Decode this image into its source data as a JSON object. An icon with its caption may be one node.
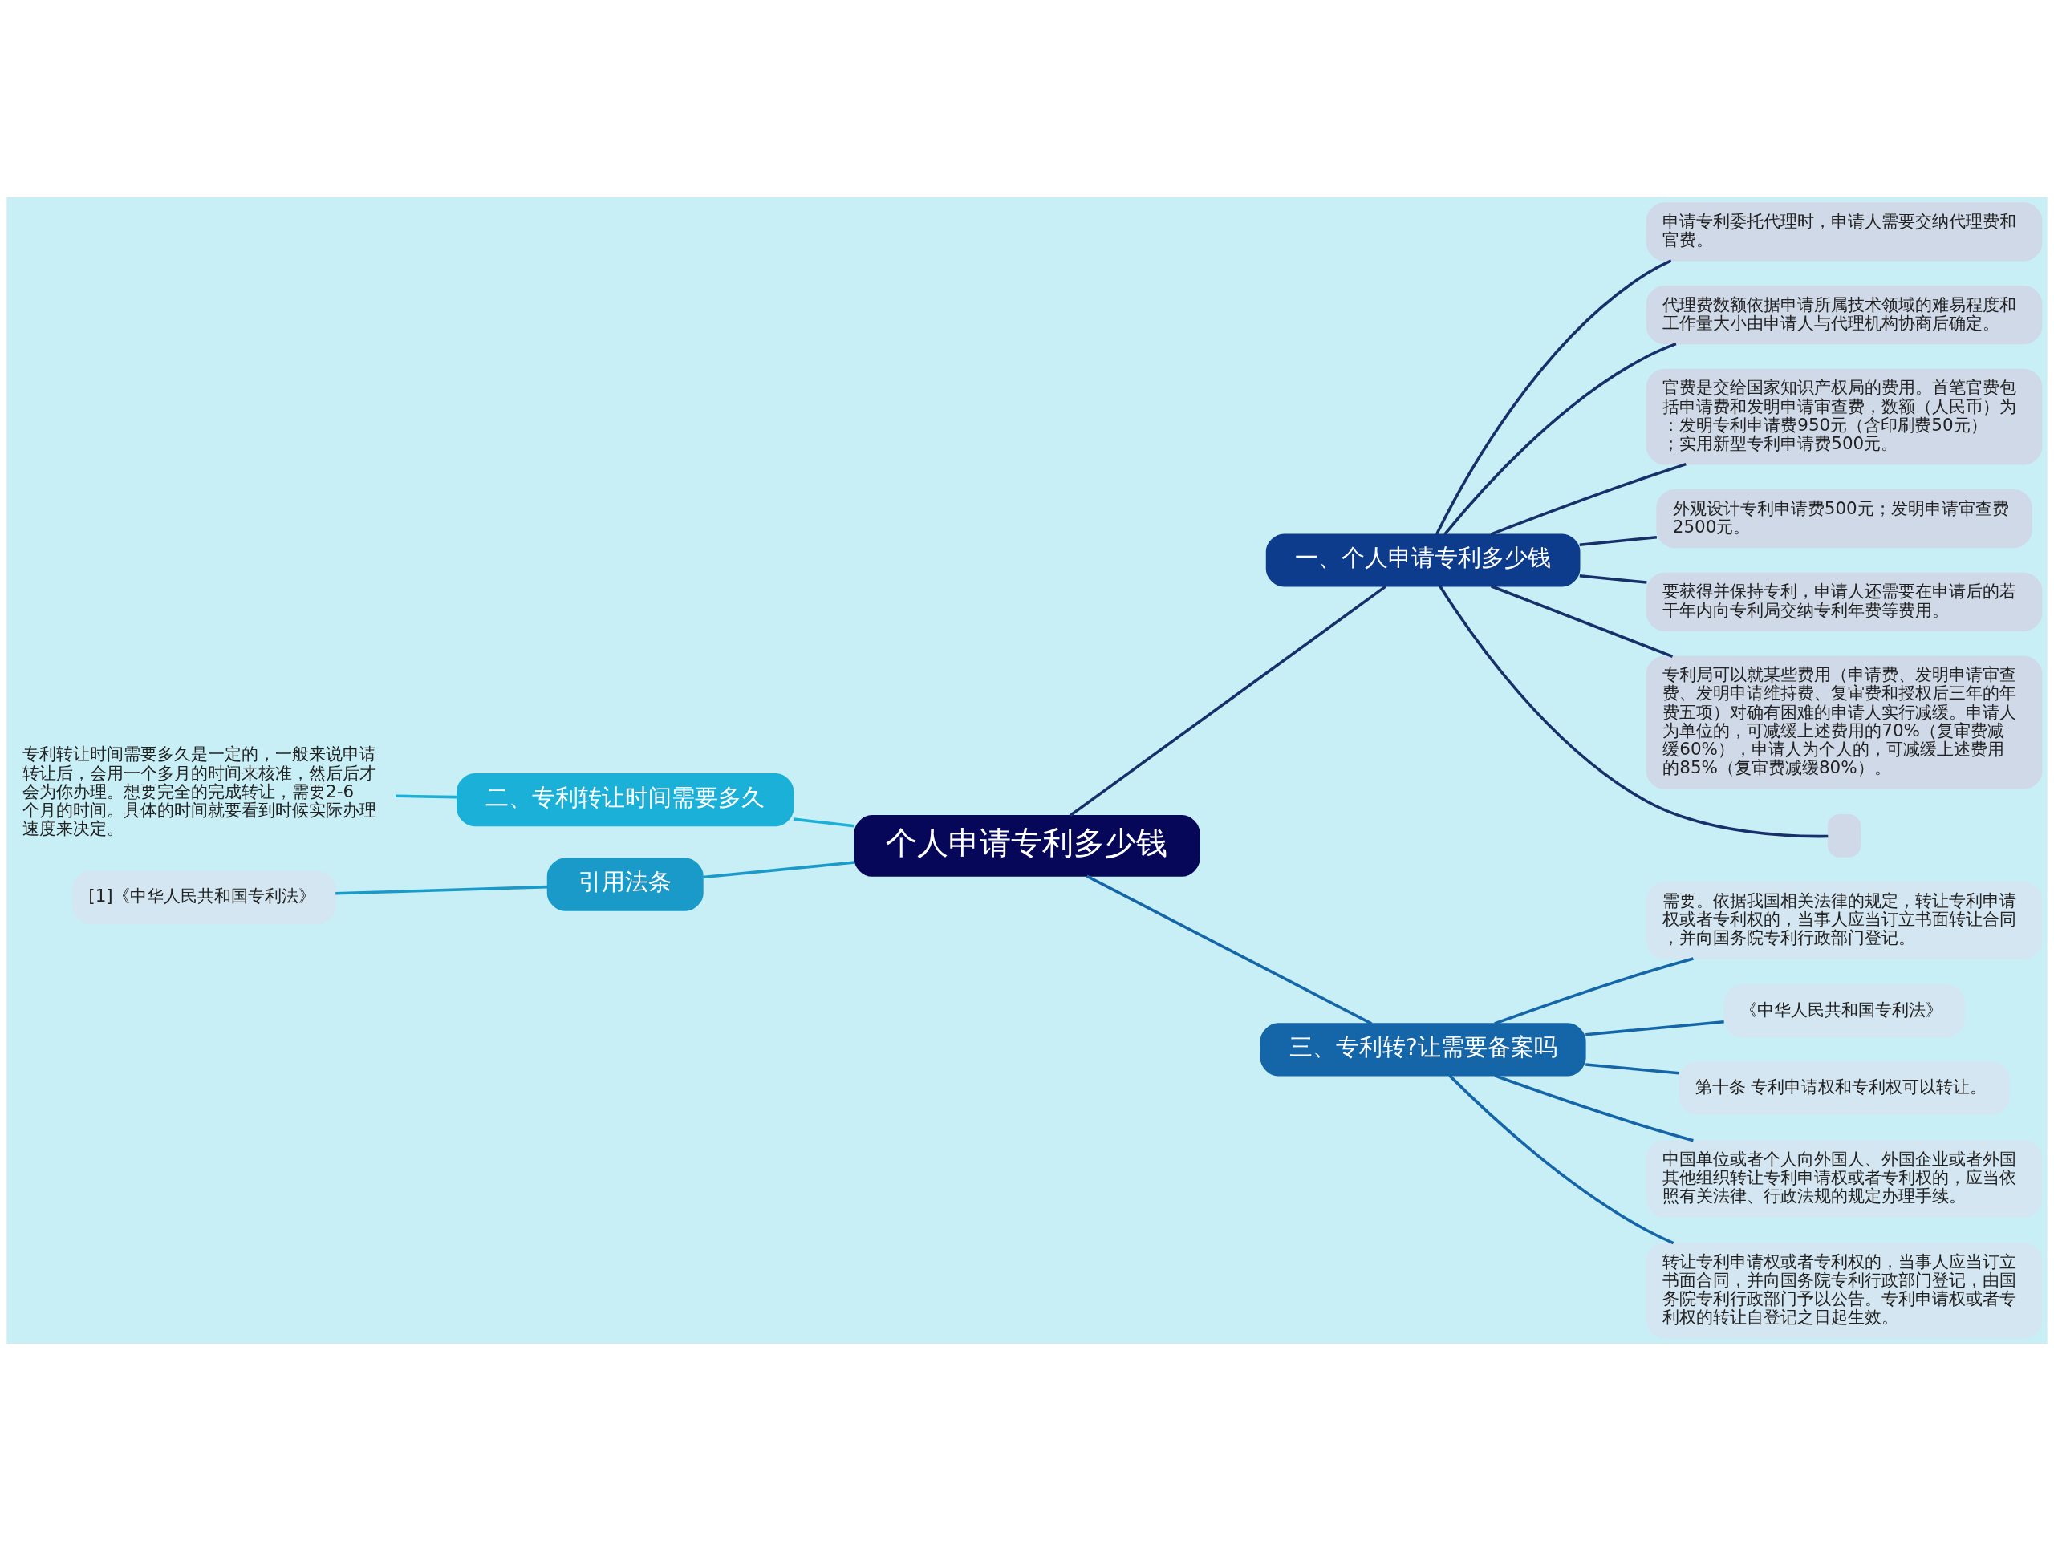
{
  "diagram": {
    "nodes": [
      {
        "text": [
          "个人申请专利多少钱"
        ]
      },
      {
        "text": [
          "一、个人申请专利多少钱"
        ]
      },
      {
        "text": [
          "申请专利委托代理时，申请人需要交纳代理费和官费。"
        ]
      },
      {
        "text": [
          "代理费数额依据申请所属技术领域的难易程度和工作量大小由申请人与代理机构协商后确定。"
        ]
      },
      {
        "text": [
          "官费是交给国家知识产权局的费用。首笔官费包括申请费和发明申请审查费，数额（人民币）为：发明专利申请费950元（含印刷费50元）；实用新型专利申请费500元。"
        ]
      },
      {
        "text": [
          "外观设计专利申请费500元；发明申请审查费2500元。"
        ]
      },
      {
        "text": [
          "要获得并保持专利，申请人还需要在申请后的若干年内向专利局交纳专利年费等费用。"
        ]
      },
      {
        "text": [
          "专利局可以就某些费用（申请费、发明申请审查费、发明申请维持费、复审费和授权后三年的年费五项）对确有困难的申请人实行减缓。申请人为单位的，可减缓上述费用的70%（复审费减缓60%），申请人为个人的，可减缓上述费用的85%（复审费减缓80%）。"
        ]
      },
      {
        "text": [],
        "shape": "box"
      },
      {
        "text": [
          "二、专利转让时间需要多久"
        ]
      },
      {
        "text": [
          "专利转让时间需要多久是一定的，一般来说申请转让后，会用一个多月的时间来核准，然后后才会为你办理。想要完全的完成转让，需要2-6个月的时间。具体的时间就要看到时候实际办理速度来决定。"
        ]
      },
      {
        "text": [
          "引用法条"
        ]
      },
      {
        "text": [
          "[1]《中华人民共和国专利法》"
        ]
      },
      {
        "text": [
          "三、专利转?让需要备案吗"
        ]
      },
      {
        "text": [
          "需要。依据我国相关法律的规定，转让专利申请权或者专利权的，当事人应当订立书面转让合同，并向国务院专利行政部门登记。"
        ]
      },
      {
        "text": [
          "《中华人民共和国专利法》"
        ]
      },
      {
        "text": [
          "第十条 专利申请权和专利权可以转让。"
        ]
      },
      {
        "text": [
          "中国单位或者个人向外国人、外国企业或者外国其他组织转让专利申请权或者专利权的，应当依照有关法律、行政法规的规定办理手续。"
        ]
      },
      {
        "text": [
          "转让专利申请权或者专利权的，当事人应当订立书面合同，并向国务院专利行政部门登记，由国务院专利行政部门予以公告。专利申请权或者专利权的转让自登记之日起生效。"
        ]
      }
    ],
    "edges": [
      {
        "from": 0,
        "to": 1,
        "arrow": "none"
      },
      {
        "from": 1,
        "to": 2,
        "arrow": "none"
      },
      {
        "from": 1,
        "to": 3,
        "arrow": "none"
      },
      {
        "from": 1,
        "to": 4,
        "arrow": "none"
      },
      {
        "from": 1,
        "to": 5,
        "arrow": "none"
      },
      {
        "from": 1,
        "to": 6,
        "arrow": "none"
      },
      {
        "from": 1,
        "to": 7,
        "arrow": "none"
      },
      {
        "from": 1,
        "to": 8,
        "arrow": "none"
      },
      {
        "from": 0,
        "to": 9,
        "arrow": "none",
        "color": "#1ab0d8"
      },
      {
        "from": 9,
        "to": 10,
        "arrow": "none",
        "color": "#1ab0d8"
      },
      {
        "from": 0,
        "to": 11,
        "arrow": "none",
        "color": "#1a9ac8"
      },
      {
        "from": 11,
        "to": 12,
        "arrow": "none",
        "color": "#1a9ac8"
      },
      {
        "from": 0,
        "to": 13,
        "arrow": "none",
        "color": "#1466a8"
      },
      {
        "from": 13,
        "to": 14,
        "arrow": "none",
        "color": "#1466a8"
      },
      {
        "from": 13,
        "to": 15,
        "arrow": "none",
        "color": "#1466a8"
      },
      {
        "from": 13,
        "to": 16,
        "arrow": "none",
        "color": "#1466a8"
      },
      {
        "from": 13,
        "to": 17,
        "arrow": "none",
        "color": "#1466a8"
      },
      {
        "from": 13,
        "to": 18,
        "arrow": "none",
        "color": "#1466a8"
      }
    ]
  }
}
